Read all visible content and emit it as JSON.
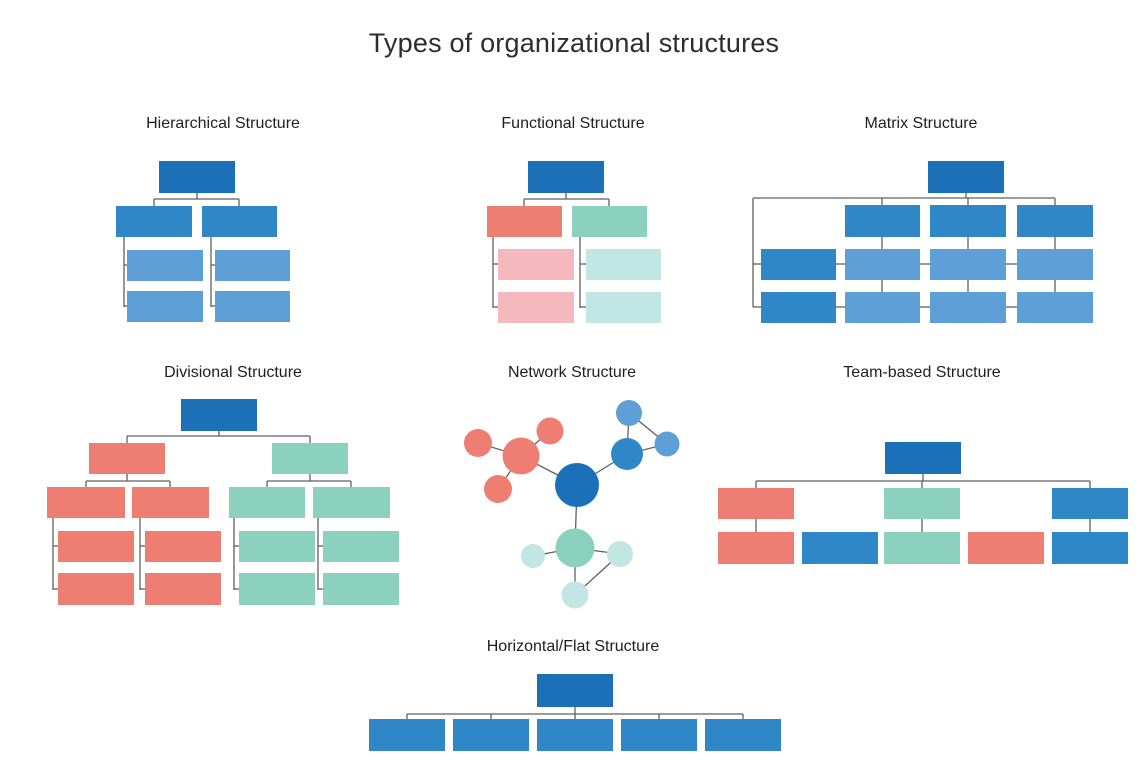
{
  "title": "Types of organizational structures",
  "panels": [
    {
      "label": "Hierarchical Structure"
    },
    {
      "label": "Functional Structure"
    },
    {
      "label": "Matrix Structure"
    },
    {
      "label": "Divisional Structure"
    },
    {
      "label": "Network Structure"
    },
    {
      "label": "Team-based Structure"
    },
    {
      "label": "Horizontal/Flat Structure"
    }
  ],
  "palette": {
    "dark_blue": "#1b70b7",
    "mid_blue": "#3087c8",
    "light_blue": "#5d9fd6",
    "salmon": "#ee7d72",
    "light_salmon": "#f5b8bc",
    "teal": "#8bd1bd",
    "light_teal": "#c1e6e3",
    "connector": "#606060",
    "title_text": "#2d2d2d",
    "background": "#ffffff"
  },
  "diagram": {
    "connectors": [
      [
        197,
        193,
        197,
        199
      ],
      [
        154,
        199,
        239,
        199
      ],
      [
        154,
        199,
        154,
        206
      ],
      [
        239,
        199,
        239,
        206
      ],
      [
        124,
        237,
        124,
        307
      ],
      [
        124,
        265,
        127,
        265
      ],
      [
        124,
        306,
        127,
        306
      ],
      [
        211,
        237,
        211,
        307
      ],
      [
        211,
        265,
        215,
        265
      ],
      [
        211,
        306,
        215,
        306
      ],
      [
        566,
        193,
        566,
        199
      ],
      [
        524,
        199,
        609,
        199
      ],
      [
        524,
        199,
        524,
        206
      ],
      [
        609,
        199,
        609,
        206
      ],
      [
        493,
        237,
        493,
        308
      ],
      [
        493,
        264,
        498,
        264
      ],
      [
        493,
        307,
        498,
        307
      ],
      [
        580,
        237,
        580,
        308
      ],
      [
        580,
        264,
        586,
        264
      ],
      [
        580,
        307,
        586,
        307
      ],
      [
        966,
        193,
        966,
        198
      ],
      [
        753,
        198,
        1055,
        198
      ],
      [
        882,
        198,
        882,
        205
      ],
      [
        968,
        198,
        968,
        205
      ],
      [
        1055,
        198,
        1055,
        205
      ],
      [
        753,
        198,
        753,
        307
      ],
      [
        753,
        264,
        761,
        264
      ],
      [
        753,
        307,
        761,
        307
      ],
      [
        882,
        237,
        882,
        249
      ],
      [
        968,
        237,
        968,
        249
      ],
      [
        1055,
        237,
        1055,
        249
      ],
      [
        882,
        280,
        882,
        292
      ],
      [
        968,
        280,
        968,
        292
      ],
      [
        1055,
        280,
        1055,
        292
      ],
      [
        836,
        264,
        845,
        264
      ],
      [
        920,
        264,
        930,
        264
      ],
      [
        1006,
        264,
        1017,
        264
      ],
      [
        836,
        307,
        845,
        307
      ],
      [
        920,
        307,
        930,
        307
      ],
      [
        1006,
        307,
        1017,
        307
      ],
      [
        219,
        431,
        219,
        436
      ],
      [
        127,
        436,
        310,
        436
      ],
      [
        127,
        436,
        127,
        443
      ],
      [
        310,
        436,
        310,
        443
      ],
      [
        127,
        474,
        127,
        481
      ],
      [
        86,
        481,
        170,
        481
      ],
      [
        86,
        481,
        86,
        487
      ],
      [
        170,
        481,
        170,
        487
      ],
      [
        310,
        474,
        310,
        481
      ],
      [
        267,
        481,
        351,
        481
      ],
      [
        267,
        481,
        267,
        487
      ],
      [
        351,
        481,
        351,
        487
      ],
      [
        53,
        518,
        53,
        590
      ],
      [
        53,
        546,
        58,
        546
      ],
      [
        53,
        589,
        58,
        589
      ],
      [
        140,
        518,
        140,
        590
      ],
      [
        140,
        546,
        145,
        546
      ],
      [
        140,
        589,
        145,
        589
      ],
      [
        234,
        518,
        234,
        590
      ],
      [
        234,
        546,
        239,
        546
      ],
      [
        234,
        589,
        239,
        589
      ],
      [
        318,
        518,
        318,
        590
      ],
      [
        318,
        546,
        323,
        546
      ],
      [
        318,
        589,
        323,
        589
      ],
      [
        923,
        474,
        923,
        481
      ],
      [
        756,
        481,
        1090,
        481
      ],
      [
        756,
        481,
        756,
        488
      ],
      [
        922,
        481,
        922,
        488
      ],
      [
        1090,
        481,
        1090,
        488
      ],
      [
        756,
        519,
        756,
        532
      ],
      [
        922,
        519,
        922,
        532
      ],
      [
        1090,
        519,
        1090,
        532
      ],
      [
        575,
        707,
        575,
        714
      ],
      [
        407,
        714,
        743,
        714
      ],
      [
        407,
        714,
        407,
        719
      ],
      [
        491,
        714,
        491,
        719
      ],
      [
        575,
        714,
        575,
        719
      ],
      [
        659,
        714,
        659,
        719
      ],
      [
        743,
        714,
        743,
        719
      ]
    ],
    "boxes": [
      [
        "hier-root-box",
        159,
        161,
        76,
        32,
        "dark_blue"
      ],
      [
        "hier-manager-left-box",
        116,
        206,
        76,
        31,
        "mid_blue"
      ],
      [
        "hier-manager-right-box",
        202,
        206,
        75,
        31,
        "mid_blue"
      ],
      [
        "hier-staff-left-1-box",
        127,
        250,
        76,
        31,
        "light_blue"
      ],
      [
        "hier-staff-left-2-box",
        127,
        291,
        76,
        31,
        "light_blue"
      ],
      [
        "hier-staff-right-1-box",
        215,
        250,
        75,
        31,
        "light_blue"
      ],
      [
        "hier-staff-right-2-box",
        215,
        291,
        75,
        31,
        "light_blue"
      ],
      [
        "func-root-box",
        528,
        161,
        76,
        32,
        "dark_blue"
      ],
      [
        "func-dept-left-box",
        487,
        206,
        75,
        31,
        "salmon"
      ],
      [
        "func-dept-right-box",
        572,
        206,
        75,
        31,
        "teal"
      ],
      [
        "func-team-left-1-box",
        498,
        249,
        76,
        31,
        "light_salmon"
      ],
      [
        "func-team-left-2-box",
        498,
        292,
        76,
        31,
        "light_salmon"
      ],
      [
        "func-team-right-1-box",
        586,
        249,
        75,
        31,
        "light_teal"
      ],
      [
        "func-team-right-2-box",
        586,
        292,
        75,
        31,
        "light_teal"
      ],
      [
        "matrix-root-box",
        928,
        161,
        76,
        32,
        "dark_blue"
      ],
      [
        "matrix-function-1-box",
        845,
        205,
        75,
        32,
        "mid_blue"
      ],
      [
        "matrix-function-2-box",
        930,
        205,
        76,
        32,
        "mid_blue"
      ],
      [
        "matrix-function-3-box",
        1017,
        205,
        76,
        32,
        "mid_blue"
      ],
      [
        "matrix-project-lead-1-box",
        761,
        249,
        75,
        31,
        "mid_blue"
      ],
      [
        "matrix-project-lead-2-box",
        761,
        292,
        75,
        31,
        "mid_blue"
      ],
      [
        "matrix-cell-r1c1-box",
        845,
        249,
        75,
        31,
        "light_blue"
      ],
      [
        "matrix-cell-r1c2-box",
        930,
        249,
        76,
        31,
        "light_blue"
      ],
      [
        "matrix-cell-r1c3-box",
        1017,
        249,
        76,
        31,
        "light_blue"
      ],
      [
        "matrix-cell-r2c1-box",
        845,
        292,
        75,
        31,
        "light_blue"
      ],
      [
        "matrix-cell-r2c2-box",
        930,
        292,
        76,
        31,
        "light_blue"
      ],
      [
        "matrix-cell-r2c3-box",
        1017,
        292,
        76,
        31,
        "light_blue"
      ],
      [
        "div-root-box",
        181,
        399,
        76,
        32,
        "dark_blue"
      ],
      [
        "div-division-left-box",
        89,
        443,
        76,
        31,
        "salmon"
      ],
      [
        "div-division-right-box",
        272,
        443,
        76,
        31,
        "teal"
      ],
      [
        "div-left-dept-1-box",
        47,
        487,
        78,
        31,
        "salmon"
      ],
      [
        "div-left-dept-2-box",
        132,
        487,
        77,
        31,
        "salmon"
      ],
      [
        "div-right-dept-1-box",
        229,
        487,
        76,
        31,
        "teal"
      ],
      [
        "div-right-dept-2-box",
        313,
        487,
        77,
        31,
        "teal"
      ],
      [
        "div-left-dept-1-staff-1-box",
        58,
        531,
        76,
        31,
        "salmon"
      ],
      [
        "div-left-dept-1-staff-2-box",
        58,
        573,
        76,
        32,
        "salmon"
      ],
      [
        "div-left-dept-2-staff-1-box",
        145,
        531,
        76,
        31,
        "salmon"
      ],
      [
        "div-left-dept-2-staff-2-box",
        145,
        573,
        76,
        32,
        "salmon"
      ],
      [
        "div-right-dept-1-staff-1-box",
        239,
        531,
        76,
        31,
        "teal"
      ],
      [
        "div-right-dept-1-staff-2-box",
        239,
        573,
        76,
        32,
        "teal"
      ],
      [
        "div-right-dept-2-staff-1-box",
        323,
        531,
        76,
        31,
        "teal"
      ],
      [
        "div-right-dept-2-staff-2-box",
        323,
        573,
        76,
        32,
        "teal"
      ],
      [
        "team-root-box",
        885,
        442,
        76,
        32,
        "dark_blue"
      ],
      [
        "team-lead-left-box",
        718,
        488,
        76,
        31,
        "salmon"
      ],
      [
        "team-lead-center-box",
        884,
        488,
        76,
        31,
        "teal"
      ],
      [
        "team-lead-right-box",
        1052,
        488,
        76,
        31,
        "mid_blue"
      ],
      [
        "team-member-1-box",
        718,
        532,
        76,
        32,
        "salmon"
      ],
      [
        "team-member-2-box",
        802,
        532,
        76,
        32,
        "mid_blue"
      ],
      [
        "team-member-3-box",
        884,
        532,
        76,
        32,
        "teal"
      ],
      [
        "team-member-4-box",
        968,
        532,
        76,
        32,
        "salmon"
      ],
      [
        "team-member-5-box",
        1052,
        532,
        76,
        32,
        "mid_blue"
      ],
      [
        "flat-root-box",
        537,
        674,
        76,
        33,
        "dark_blue"
      ],
      [
        "flat-staff-1-box",
        369,
        719,
        76,
        32,
        "mid_blue"
      ],
      [
        "flat-staff-2-box",
        453,
        719,
        76,
        32,
        "mid_blue"
      ],
      [
        "flat-staff-3-box",
        537,
        719,
        76,
        32,
        "mid_blue"
      ],
      [
        "flat-staff-4-box",
        621,
        719,
        76,
        32,
        "mid_blue"
      ],
      [
        "flat-staff-5-box",
        705,
        719,
        76,
        32,
        "mid_blue"
      ]
    ],
    "network": {
      "edges": [
        [
          478,
          443,
          521,
          456
        ],
        [
          550,
          431,
          521,
          456
        ],
        [
          498,
          489,
          521,
          456
        ],
        [
          521,
          456,
          577,
          485
        ],
        [
          577,
          485,
          627,
          454
        ],
        [
          627,
          454,
          629,
          413
        ],
        [
          629,
          413,
          667,
          444
        ],
        [
          627,
          454,
          667,
          444
        ],
        [
          577,
          485,
          575,
          548
        ],
        [
          575,
          548,
          533,
          556
        ],
        [
          575,
          548,
          620,
          554
        ],
        [
          575,
          548,
          575,
          595
        ],
        [
          620,
          554,
          575,
          595
        ]
      ],
      "nodes": [
        [
          "net-central-hub-node",
          577,
          485,
          22,
          "dark_blue"
        ],
        [
          "net-red-hub-node",
          521,
          456,
          18.5,
          "salmon"
        ],
        [
          "net-red-left-node",
          478,
          443,
          14,
          "salmon"
        ],
        [
          "net-red-top-node",
          550,
          431,
          13.5,
          "salmon"
        ],
        [
          "net-red-bottom-node",
          498,
          489,
          14,
          "salmon"
        ],
        [
          "net-blue-hub-node",
          627,
          454,
          16,
          "mid_blue"
        ],
        [
          "net-blue-top-node",
          629,
          413,
          13,
          "light_blue"
        ],
        [
          "net-blue-right-node",
          667,
          444,
          12.5,
          "light_blue"
        ],
        [
          "net-teal-hub-node",
          575,
          548,
          19.5,
          "teal"
        ],
        [
          "net-teal-left-node",
          533,
          556,
          12,
          "light_teal"
        ],
        [
          "net-teal-right-node",
          620,
          554,
          13,
          "light_teal"
        ],
        [
          "net-teal-bottom-node",
          575,
          595,
          13.5,
          "light_teal"
        ]
      ]
    }
  }
}
